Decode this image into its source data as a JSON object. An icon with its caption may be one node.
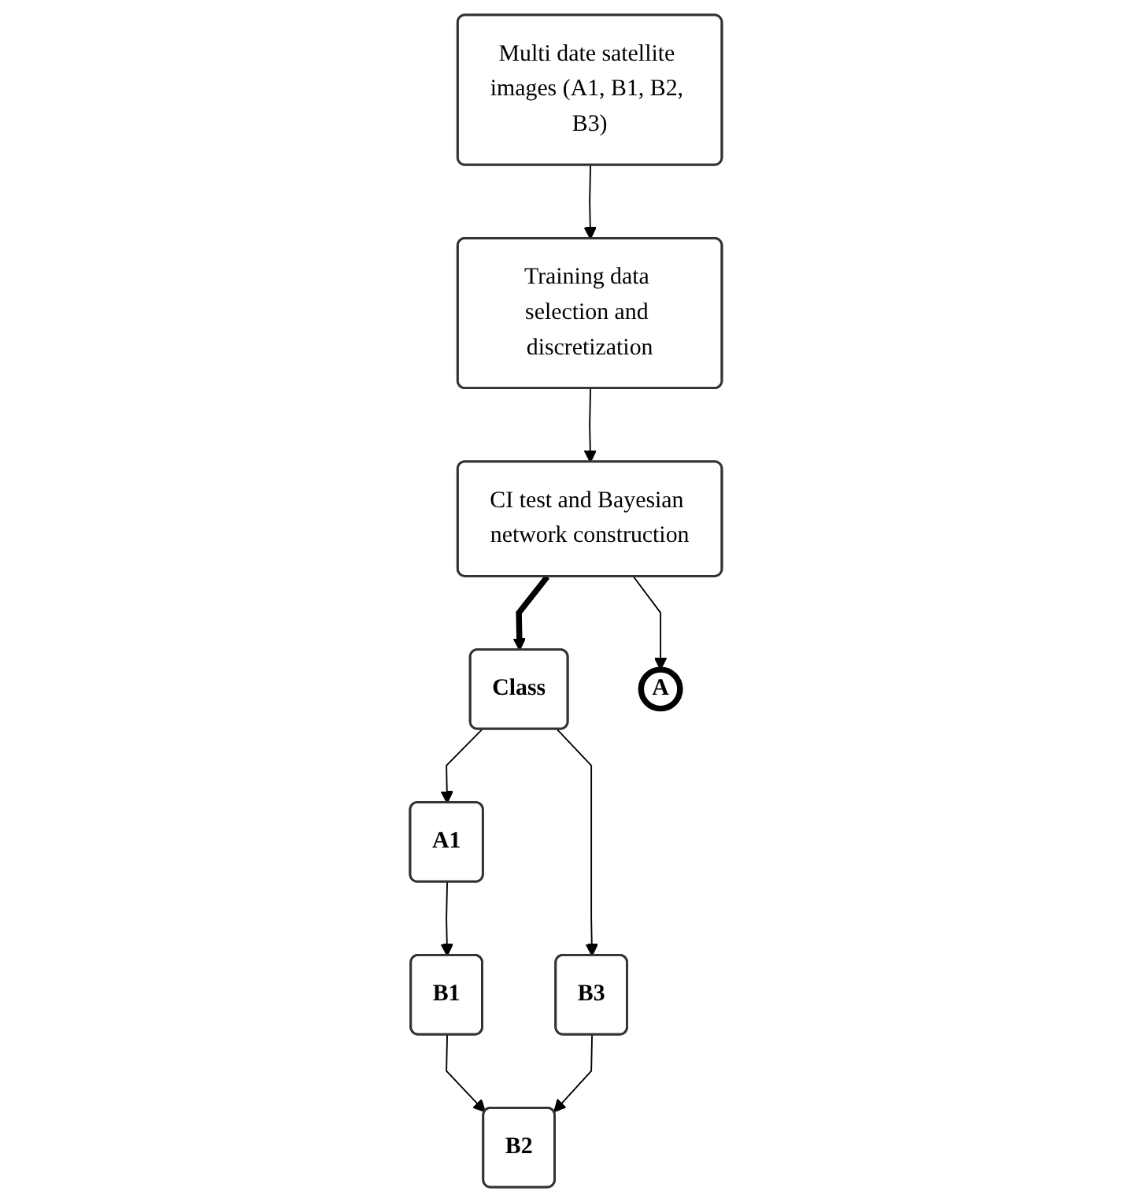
{
  "diagram": {
    "nodes": [
      {
        "text": [
          "Multi date satellite images (A1, B1, B2, B3)"
        ]
      },
      {
        "text": [
          "Training data selection and discretization"
        ]
      },
      {
        "text": [
          "CI test and Bayesian network construction"
        ]
      },
      {
        "text": [
          "Class"
        ]
      },
      {
        "text": [
          "A1"
        ]
      },
      {
        "text": [
          "B1"
        ]
      },
      {
        "text": [
          "B2"
        ]
      },
      {
        "text": [
          "B3"
        ]
      },
      {
        "text": [
          "A"
        ]
      }
    ],
    "edges": [
      {
        "from": 0,
        "to": 1,
        "arrow": "to"
      },
      {
        "from": 1,
        "to": 2,
        "arrow": "to"
      },
      {
        "from": 2,
        "to": 3,
        "arrow": "to",
        "style": "thick"
      },
      {
        "from": 3,
        "to": 4,
        "arrow": "to"
      },
      {
        "from": 4,
        "to": 5,
        "arrow": "to"
      },
      {
        "from": 5,
        "to": 6,
        "arrow": "to"
      },
      {
        "from": 3,
        "to": 7,
        "arrow": "to"
      },
      {
        "from": 7,
        "to": 6,
        "arrow": "to"
      },
      {
        "from": 2,
        "to": 8,
        "arrow": "to"
      }
    ]
  }
}
